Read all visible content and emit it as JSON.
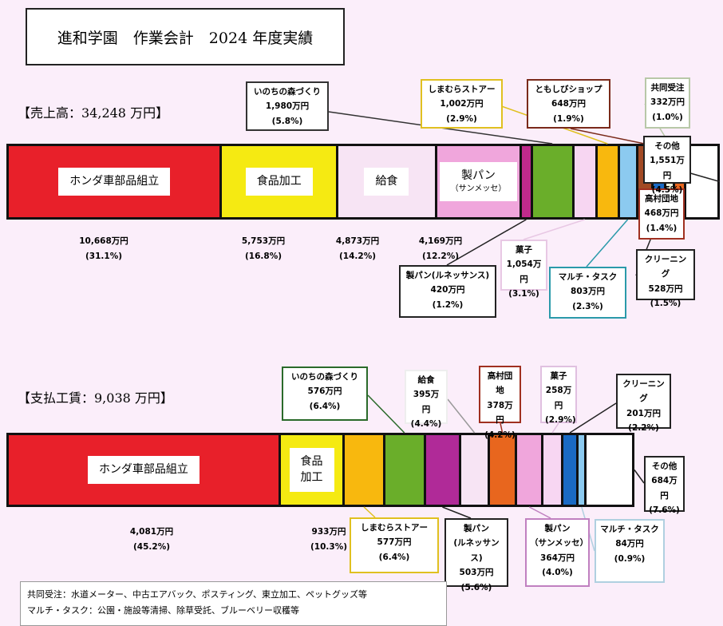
{
  "title": "進和学園　作業会計　2024 年度実績",
  "chart_data": [
    {
      "type": "bar",
      "orientation": "stacked-horizontal",
      "title": "【売上高：34,248 万円】",
      "unit": "万円",
      "segments": [
        {
          "name": "ホンダ車部品組立",
          "value": 10668,
          "value_label": "10,668万円",
          "pct": "(31.1%)",
          "color": "#e8202a",
          "inner": "ホンダ車部品組立"
        },
        {
          "name": "食品加工",
          "value": 5753,
          "value_label": "5,753万円",
          "pct": "(16.8%)",
          "color": "#f5ea12",
          "inner": "食品加工"
        },
        {
          "name": "給食",
          "value": 4873,
          "value_label": "4,873万円",
          "pct": "(14.2%)",
          "color": "#f7e4f4",
          "inner": "給食"
        },
        {
          "name": "製パン(サンメッセ)",
          "value": 4169,
          "value_label": "4,169万円",
          "pct": "(12.2%)",
          "color": "#f0a6dc",
          "inner": "製パン",
          "inner_sub": "（サンメッセ）"
        },
        {
          "name": "製パン(ルネッサンス)",
          "value": 420,
          "value_label": "420万円",
          "pct": "(1.2%)",
          "color": "#c02a8c"
        },
        {
          "name": "いのちの森づくり",
          "value": 1980,
          "value_label": "1,980万円",
          "pct": "(5.8%)",
          "color": "#6aae2a"
        },
        {
          "name": "菓子",
          "value": 1054,
          "value_label": "1,054万円",
          "pct": "(3.1%)",
          "color": "#f7d6f2"
        },
        {
          "name": "しまむらストアー",
          "value": 1002,
          "value_label": "1,002万円",
          "pct": "(2.9%)",
          "color": "#f8b80e"
        },
        {
          "name": "マルチ・タスク",
          "value": 803,
          "value_label": "803万円",
          "pct": "(2.3%)",
          "color": "#8ccaf0"
        },
        {
          "name": "ともしびショップ",
          "value": 648,
          "value_label": "648万円",
          "pct": "(1.9%)",
          "color": "#a24a24"
        },
        {
          "name": "クリーニング",
          "value": 528,
          "value_label": "528万円",
          "pct": "(1.5%)",
          "color": "#1a6ac4"
        },
        {
          "name": "共同受注",
          "value": 332,
          "value_label": "332万円",
          "pct": "(1.0%)",
          "color": "#eef2dc"
        },
        {
          "name": "高村団地",
          "value": 468,
          "value_label": "468万円",
          "pct": "(1.4%)",
          "color": "#e8661e"
        },
        {
          "name": "その他",
          "value": 1551,
          "value_label": "1,551万円",
          "pct": "(4.5%)",
          "color": "#ffffff"
        }
      ]
    },
    {
      "type": "bar",
      "orientation": "stacked-horizontal",
      "title": "【支払工賃：9,038 万円】",
      "unit": "万円",
      "segments": [
        {
          "name": "ホンダ車部品組立",
          "value": 4081,
          "value_label": "4,081万円",
          "pct": "(45.2%)",
          "color": "#e8202a",
          "inner": "ホンダ車部品組立"
        },
        {
          "name": "食品加工",
          "value": 933,
          "value_label": "933万円",
          "pct": "(10.3%)",
          "color": "#f5ea12",
          "inner": "食品",
          "inner_sub": "加工"
        },
        {
          "name": "しまむらストアー",
          "value": 577,
          "value_label": "577万円",
          "pct": "(6.4%)",
          "color": "#f8b80e"
        },
        {
          "name": "いのちの森づくり",
          "value": 576,
          "value_label": "576万円",
          "pct": "(6.4%)",
          "color": "#6aae2a"
        },
        {
          "name": "製パン(ルネッサンス)",
          "value": 503,
          "value_label": "503万円",
          "pct": "(5.6%)",
          "color": "#b02a98",
          "label1": "製パン",
          "label2": "(ルネッサンス)"
        },
        {
          "name": "給食",
          "value": 395,
          "value_label": "395万円",
          "pct": "(4.4%)",
          "color": "#f7e4f4"
        },
        {
          "name": "高村団地",
          "value": 378,
          "value_label": "378万円",
          "pct": "(4.2%)",
          "color": "#e8661e"
        },
        {
          "name": "製パン(サンメッセ)",
          "value": 364,
          "value_label": "364万円",
          "pct": "(4.0%)",
          "color": "#f0a6dc",
          "label1": "製パン",
          "label2": "（サンメッセ）"
        },
        {
          "name": "菓子",
          "value": 258,
          "value_label": "258万円",
          "pct": "(2.9%)",
          "color": "#f7d6f2"
        },
        {
          "name": "クリーニング",
          "value": 201,
          "value_label": "201万円",
          "pct": "(2.2%)",
          "color": "#1a6ac4"
        },
        {
          "name": "マルチ・タスク",
          "value": 84,
          "value_label": "84万円",
          "pct": "(0.9%)",
          "color": "#8ccaf0"
        },
        {
          "name": "その他",
          "value": 684,
          "value_label": "684万円",
          "pct": "(7.6%)",
          "color": "#ffffff"
        }
      ]
    }
  ],
  "notes": [
    "共同受注：水道メーター、中古エアバック、ポスティング、東立加工、ペットグッズ等",
    "マルチ・タスク：公園・施設等清掃、除草受託、ブルーベリー収穫等"
  ]
}
